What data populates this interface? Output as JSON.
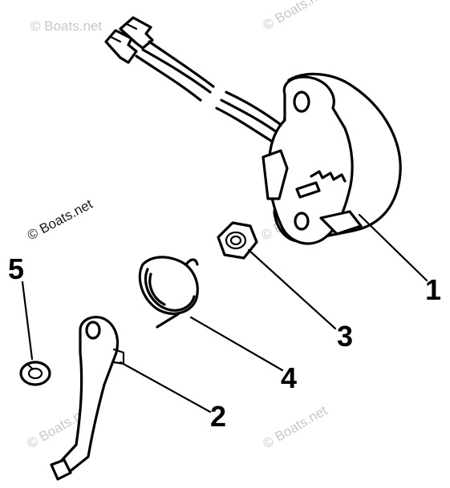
{
  "watermarks": [
    "© Boats.net",
    "© Boats.net",
    "© Boats.net",
    "© Boats.net",
    "© Boats.net",
    "© Boats.net"
  ],
  "callouts": [
    "1",
    "2",
    "3",
    "4",
    "5"
  ],
  "colors": {
    "ink": "#000000",
    "watermark": "#c8c8c8"
  }
}
